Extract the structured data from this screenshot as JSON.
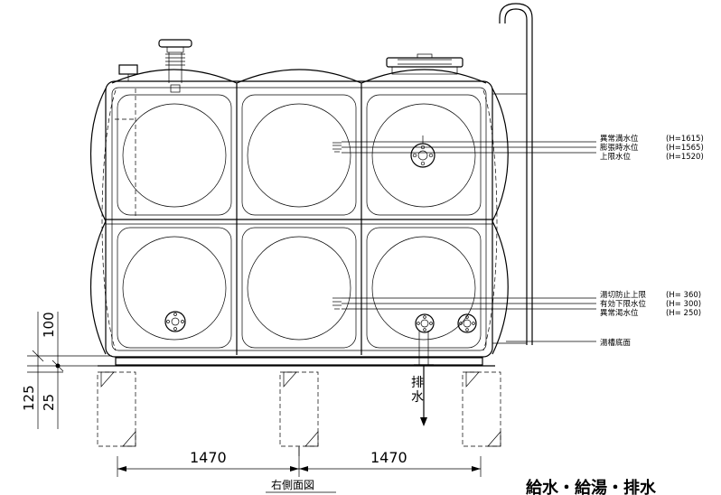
{
  "water_levels": {
    "upper": [
      {
        "label": "異常満水位",
        "height": "(H=1615)"
      },
      {
        "label": "膨張時水位",
        "height": "(H=1565)"
      },
      {
        "label": "上限水位",
        "height": "(H=1520)"
      }
    ],
    "lower": [
      {
        "label": "湯切防止上限",
        "height": "(H= 360)"
      },
      {
        "label": "有効下限水位",
        "height": "(H= 300)"
      },
      {
        "label": "異常渇水位",
        "height": "(H= 250)"
      }
    ],
    "bottom_label": "湯槽底面"
  },
  "dimensions": {
    "left_span": "1470",
    "right_span": "1470",
    "vertical_100": "100",
    "vertical_125": "125",
    "vertical_25": "25"
  },
  "drain_label": {
    "line1": "排",
    "line2": "水"
  },
  "view_title": "右側面図",
  "caption": "給水・給湯・排水"
}
